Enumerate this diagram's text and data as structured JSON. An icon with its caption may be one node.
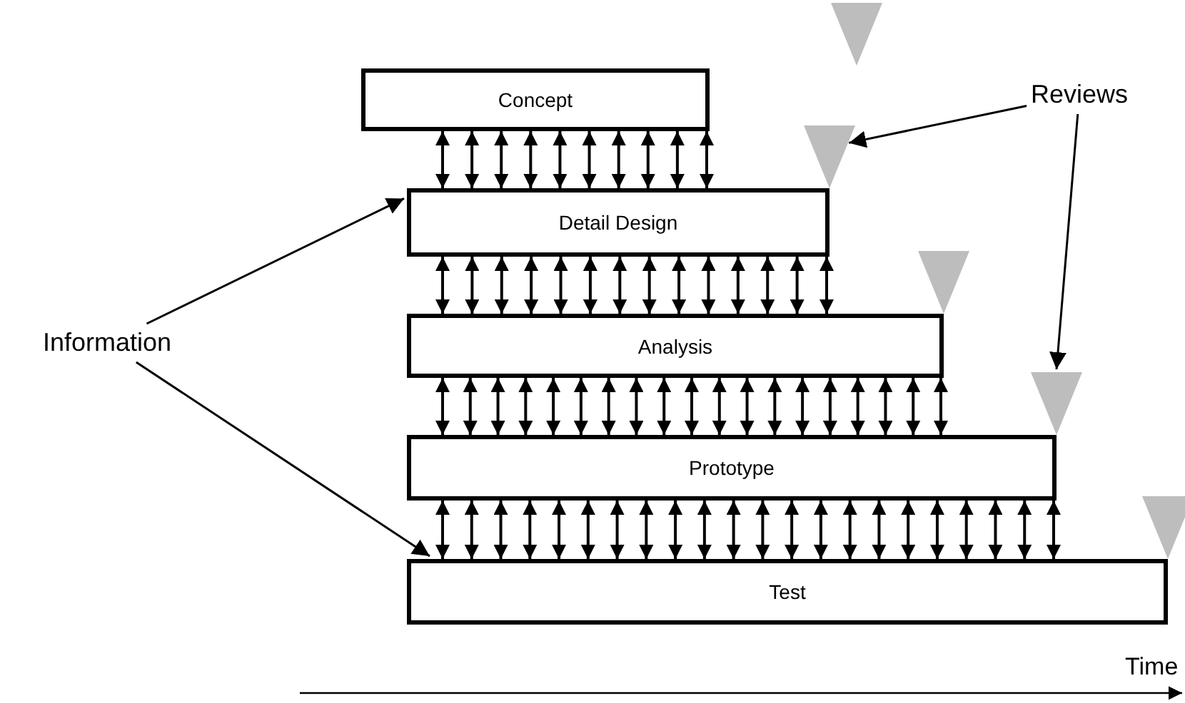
{
  "diagram": {
    "nodes": [
      {
        "text": [
          "Concept"
        ]
      },
      {
        "text": [
          "Detail Design"
        ]
      },
      {
        "text": [
          "Analysis"
        ]
      },
      {
        "text": [
          "Prototype"
        ]
      },
      {
        "text": [
          "Test"
        ]
      },
      {
        "text": [],
        "shape": "triangle"
      },
      {
        "text": [],
        "shape": "triangle"
      },
      {
        "text": [],
        "shape": "triangle"
      },
      {
        "text": [],
        "shape": "triangle"
      },
      {
        "text": [],
        "shape": "triangle"
      },
      {
        "text": [
          "Reviews"
        ]
      },
      {
        "text": [
          "Information"
        ]
      }
    ],
    "edges": [
      {
        "from": 10,
        "to": 6,
        "arrow": "to"
      },
      {
        "from": 10,
        "to": 8,
        "arrow": "to"
      },
      {
        "from": 11,
        "to": 1,
        "arrow": "to"
      },
      {
        "from": 11,
        "to": 4,
        "arrow": "to"
      },
      {
        "from": 0,
        "to": 1,
        "arrow": "both"
      },
      {
        "from": 0,
        "to": 1,
        "arrow": "both"
      },
      {
        "from": 0,
        "to": 1,
        "arrow": "both"
      },
      {
        "from": 0,
        "to": 1,
        "arrow": "both"
      },
      {
        "from": 0,
        "to": 1,
        "arrow": "both"
      },
      {
        "from": 0,
        "to": 1,
        "arrow": "both"
      },
      {
        "from": 0,
        "to": 1,
        "arrow": "both"
      },
      {
        "from": 0,
        "to": 1,
        "arrow": "both"
      },
      {
        "from": 0,
        "to": 1,
        "arrow": "both"
      },
      {
        "from": 0,
        "to": 1,
        "arrow": "both"
      },
      {
        "from": 1,
        "to": 2,
        "arrow": "both"
      },
      {
        "from": 1,
        "to": 2,
        "arrow": "both"
      },
      {
        "from": 1,
        "to": 2,
        "arrow": "both"
      },
      {
        "from": 1,
        "to": 2,
        "arrow": "both"
      },
      {
        "from": 1,
        "to": 2,
        "arrow": "both"
      },
      {
        "from": 1,
        "to": 2,
        "arrow": "both"
      },
      {
        "from": 1,
        "to": 2,
        "arrow": "both"
      },
      {
        "from": 1,
        "to": 2,
        "arrow": "both"
      },
      {
        "from": 1,
        "to": 2,
        "arrow": "both"
      },
      {
        "from": 1,
        "to": 2,
        "arrow": "both"
      },
      {
        "from": 1,
        "to": 2,
        "arrow": "both"
      },
      {
        "from": 1,
        "to": 2,
        "arrow": "both"
      },
      {
        "from": 1,
        "to": 2,
        "arrow": "both"
      },
      {
        "from": 1,
        "to": 2,
        "arrow": "both"
      },
      {
        "from": 2,
        "to": 3,
        "arrow": "both"
      },
      {
        "from": 2,
        "to": 3,
        "arrow": "both"
      },
      {
        "from": 2,
        "to": 3,
        "arrow": "both"
      },
      {
        "from": 2,
        "to": 3,
        "arrow": "both"
      },
      {
        "from": 2,
        "to": 3,
        "arrow": "both"
      },
      {
        "from": 2,
        "to": 3,
        "arrow": "both"
      },
      {
        "from": 2,
        "to": 3,
        "arrow": "both"
      },
      {
        "from": 2,
        "to": 3,
        "arrow": "both"
      },
      {
        "from": 2,
        "to": 3,
        "arrow": "both"
      },
      {
        "from": 2,
        "to": 3,
        "arrow": "both"
      },
      {
        "from": 2,
        "to": 3,
        "arrow": "both"
      },
      {
        "from": 2,
        "to": 3,
        "arrow": "both"
      },
      {
        "from": 2,
        "to": 3,
        "arrow": "both"
      },
      {
        "from": 2,
        "to": 3,
        "arrow": "both"
      },
      {
        "from": 2,
        "to": 3,
        "arrow": "both"
      },
      {
        "from": 2,
        "to": 3,
        "arrow": "both"
      },
      {
        "from": 2,
        "to": 3,
        "arrow": "both"
      },
      {
        "from": 2,
        "to": 3,
        "arrow": "both"
      },
      {
        "from": 2,
        "to": 3,
        "arrow": "both"
      },
      {
        "from": 3,
        "to": 4,
        "arrow": "both"
      },
      {
        "from": 3,
        "to": 4,
        "arrow": "both"
      },
      {
        "from": 3,
        "to": 4,
        "arrow": "both"
      },
      {
        "from": 3,
        "to": 4,
        "arrow": "both"
      },
      {
        "from": 3,
        "to": 4,
        "arrow": "both"
      },
      {
        "from": 3,
        "to": 4,
        "arrow": "both"
      },
      {
        "from": 3,
        "to": 4,
        "arrow": "both"
      },
      {
        "from": 3,
        "to": 4,
        "arrow": "both"
      },
      {
        "from": 3,
        "to": 4,
        "arrow": "both"
      },
      {
        "from": 3,
        "to": 4,
        "arrow": "both"
      },
      {
        "from": 3,
        "to": 4,
        "arrow": "both"
      },
      {
        "from": 3,
        "to": 4,
        "arrow": "both"
      },
      {
        "from": 3,
        "to": 4,
        "arrow": "both"
      },
      {
        "from": 3,
        "to": 4,
        "arrow": "both"
      },
      {
        "from": 3,
        "to": 4,
        "arrow": "both"
      },
      {
        "from": 3,
        "to": 4,
        "arrow": "both"
      },
      {
        "from": 3,
        "to": 4,
        "arrow": "both"
      },
      {
        "from": 3,
        "to": 4,
        "arrow": "both"
      },
      {
        "from": 3,
        "to": 4,
        "arrow": "both"
      },
      {
        "from": 3,
        "to": 4,
        "arrow": "both"
      },
      {
        "from": 3,
        "to": 4,
        "arrow": "both"
      },
      {
        "from": 3,
        "to": 4,
        "arrow": "both"
      }
    ],
    "labels": [
      "Time"
    ]
  }
}
